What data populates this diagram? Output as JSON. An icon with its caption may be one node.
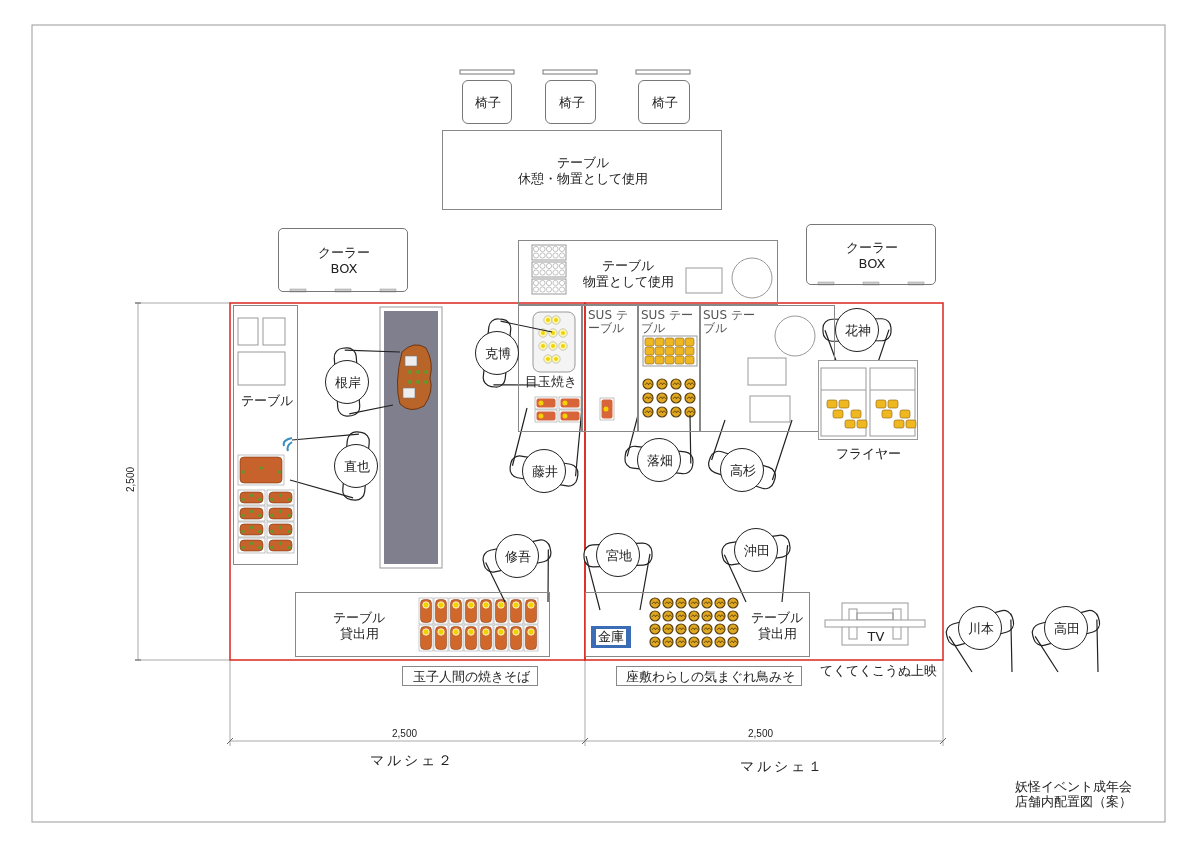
{
  "diagram": {
    "nodes": [
      {
        "text": [
          "椅子"
        ]
      },
      {
        "text": [
          "椅子"
        ]
      },
      {
        "text": [
          "椅子"
        ]
      },
      {
        "text": [
          "テーブル",
          "休憩・物置として使用"
        ]
      },
      {
        "text": [
          "クーラー",
          "BOX"
        ]
      },
      {
        "text": [
          "テーブル",
          "物置として使用"
        ]
      },
      {
        "text": [
          "クーラー",
          "BOX"
        ]
      },
      {
        "text": [
          "テーブル"
        ]
      },
      {
        "text": [
          "目玉焼き"
        ]
      },
      {
        "text": [
          "SUS テーブル"
        ]
      },
      {
        "text": [
          "SUS テーブル"
        ]
      },
      {
        "text": [
          "SUS テーブル"
        ]
      },
      {
        "text": [
          "フライヤー"
        ]
      },
      {
        "text": [
          "テーブル",
          "貸出用"
        ]
      },
      {
        "text": [
          "テーブル",
          "貸出用"
        ]
      },
      {
        "text": [
          "金庫"
        ],
        "in": 14
      },
      {
        "text": [
          "TV"
        ],
        "beside": [
          "てくてくこうぬ上映"
        ]
      },
      {
        "text": [
          "玉子人間の焼きそば"
        ]
      },
      {
        "text": [
          "座敷わらしの気まぐれ鳥みそ"
        ]
      },
      {
        "text": [
          "根岸"
        ]
      },
      {
        "text": [
          "直也"
        ]
      },
      {
        "text": [
          "克博"
        ]
      },
      {
        "text": [
          "藤井"
        ]
      },
      {
        "text": [
          "落畑"
        ]
      },
      {
        "text": [
          "高杉"
        ]
      },
      {
        "text": [
          "花神"
        ]
      },
      {
        "text": [
          "修吾"
        ]
      },
      {
        "text": [
          "宮地"
        ]
      },
      {
        "text": [
          "沖田"
        ]
      },
      {
        "text": [
          "川本"
        ]
      },
      {
        "text": [
          "高田"
        ]
      }
    ],
    "labels": [
      "2,500",
      "2,500",
      "2,500",
      "マルシェ２",
      "マルシェ１",
      "妖怪イベント成年会",
      "店舗内配置図（案）"
    ]
  }
}
